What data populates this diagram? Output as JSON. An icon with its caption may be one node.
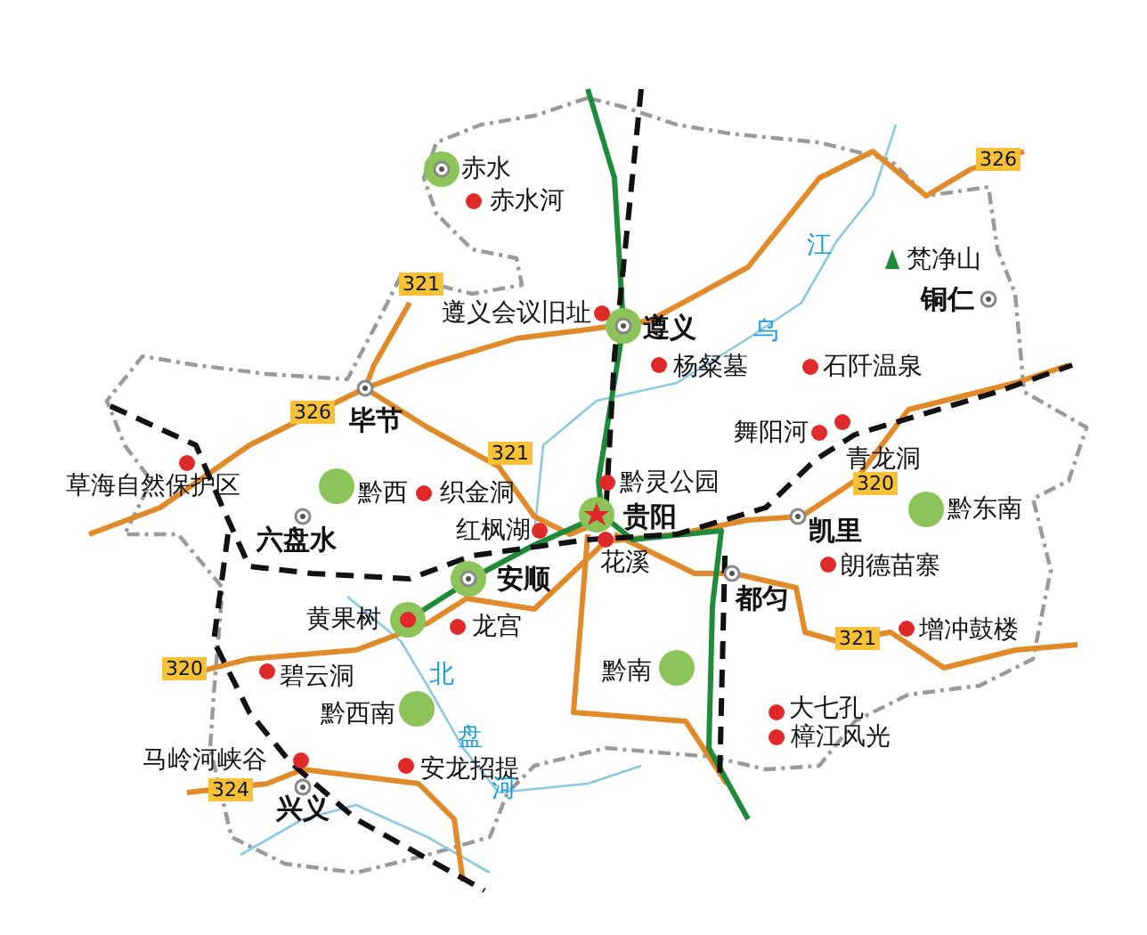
{
  "diagram": {
    "labels": [
      "326",
      "赤水",
      "赤水河",
      "江",
      "梵净山",
      "321",
      "遵义会议旧址",
      "铜仁",
      "遵义",
      "乌",
      "杨粲墓",
      "石阡温泉",
      "326",
      "毕节",
      "舞阳河",
      "青龙洞",
      "321",
      "草海自然保护区",
      "黔西",
      "织金洞",
      "黔灵公园",
      "320",
      "黔东南",
      "红枫湖",
      "贵阳",
      "六盘水",
      "凯里",
      "花溪",
      "朗德苗寨",
      "安顺",
      "都匀",
      "黄果树",
      "龙宫",
      "321",
      "增冲鼓楼",
      "320",
      "碧云洞",
      "北",
      "黔南",
      "黔西南",
      "大七孔",
      "盘",
      "樟江风光",
      "马岭河峡谷",
      "安龙招提",
      "324",
      "河",
      "兴义"
    ]
  }
}
